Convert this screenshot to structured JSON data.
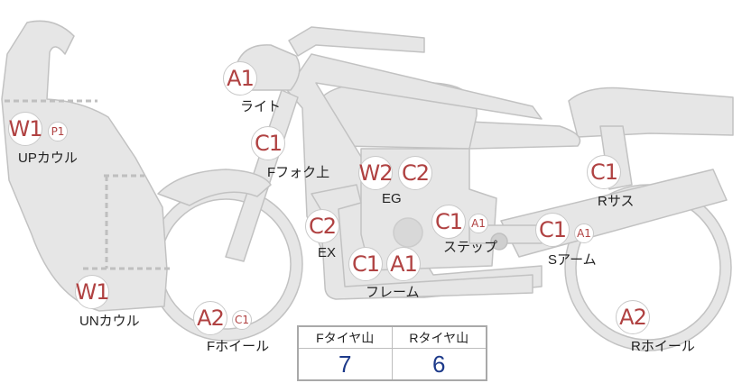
{
  "colors": {
    "part_fill": "#e6e6e6",
    "part_stroke": "#c2c2c2",
    "badge_text": "#b04242",
    "value_text": "#1d3a8a"
  },
  "parts": {
    "light": {
      "label": "ライト",
      "badges": [
        "A1"
      ]
    },
    "fork": {
      "label": "Fフォク上",
      "badges": [
        "C1"
      ]
    },
    "upcowl": {
      "label": "UPカウル",
      "badges": [
        "W1",
        "P1"
      ]
    },
    "eg": {
      "label": "EG",
      "badges": [
        "W2",
        "C2"
      ]
    },
    "ex": {
      "label": "EX",
      "badges": [
        "C2"
      ]
    },
    "step": {
      "label": "ステップ",
      "badges": [
        "C1",
        "A1"
      ]
    },
    "rsus": {
      "label": "Rサス",
      "badges": [
        "C1"
      ]
    },
    "sarm": {
      "label": "Sアーム",
      "badges": [
        "C1",
        "A1"
      ]
    },
    "frame": {
      "label": "フレーム",
      "badges": [
        "C1",
        "A1"
      ]
    },
    "uncowl": {
      "label": "UNカウル",
      "badges": [
        "W1"
      ]
    },
    "fwheel": {
      "label": "Fホイール",
      "badges": [
        "A2",
        "C1"
      ]
    },
    "rwheel": {
      "label": "Rホイール",
      "badges": [
        "A2"
      ]
    }
  },
  "tire_table": {
    "front_header": "Fタイヤ山",
    "rear_header": "Rタイヤ山",
    "front_value": "7",
    "rear_value": "6"
  }
}
